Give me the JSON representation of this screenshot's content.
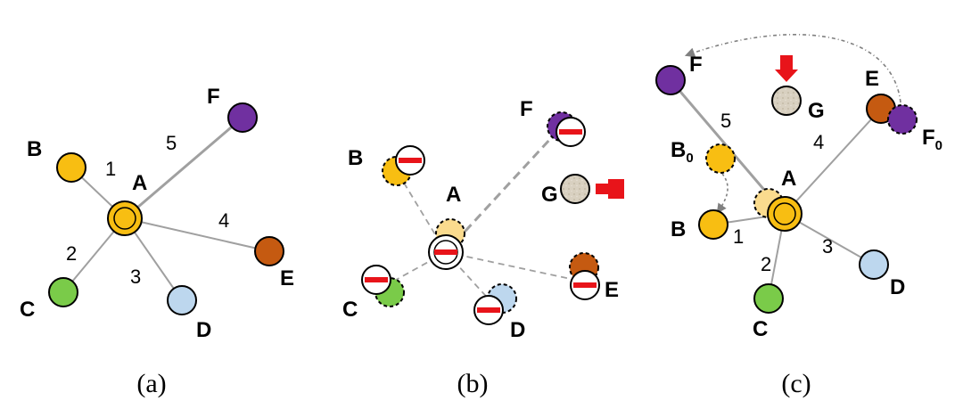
{
  "colors": {
    "yellow": "#F8BE12",
    "yellow_pale": "#FADB8E",
    "purple": "#7030A0",
    "orange": "#C55A11",
    "green": "#7ACB49",
    "lightblue": "#BDD7EE",
    "stone": "#D8D0C0",
    "red": "#E8141A",
    "edge": "#A0A0A0"
  },
  "panels": {
    "a": {
      "caption": "(a)",
      "labels": {
        "A": "A",
        "B": "B",
        "C": "C",
        "D": "D",
        "E": "E",
        "F": "F"
      },
      "edges": {
        "e1": "1",
        "e2": "2",
        "e3": "3",
        "e4": "4",
        "e5": "5"
      }
    },
    "b": {
      "caption": "(b)",
      "labels": {
        "A": "A",
        "B": "B",
        "C": "C",
        "D": "D",
        "E": "E",
        "F": "F",
        "G": "G"
      }
    },
    "c": {
      "caption": "(c)",
      "labels": {
        "A": "A",
        "B": "B",
        "C": "C",
        "D": "D",
        "E": "E",
        "F": "F",
        "G": "G",
        "B0": "B",
        "B0_sub": "0",
        "F0": "F",
        "F0_sub": "0"
      },
      "edges": {
        "e1": "1",
        "e2": "2",
        "e3": "3",
        "e4": "4",
        "e5": "5"
      }
    }
  }
}
